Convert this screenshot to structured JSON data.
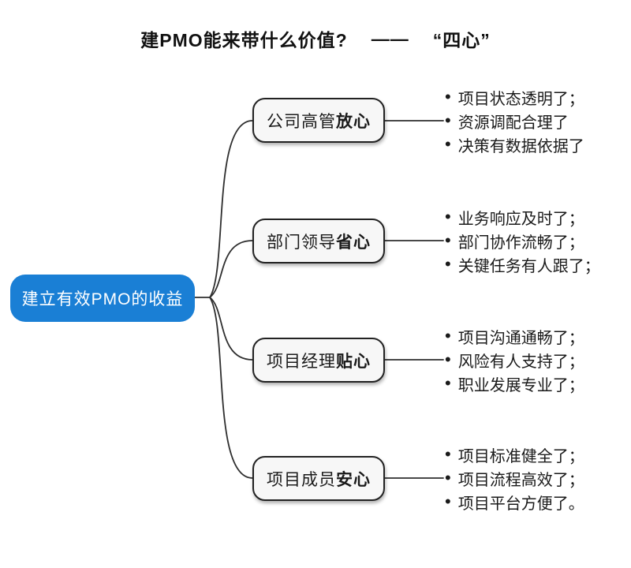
{
  "header": {
    "title": "建PMO能来带什么价值?",
    "dash": "——",
    "subtitle": "“四心”"
  },
  "root": {
    "label": "建立有效PMO的收益"
  },
  "bullet_char": "•",
  "branches": [
    {
      "title_regular": "公司高管",
      "title_bold": "放心",
      "items": [
        "项目状态透明了；",
        "资源调配合理了",
        "决策有数据依据了"
      ]
    },
    {
      "title_regular": "部门领导",
      "title_bold": "省心",
      "items": [
        "业务响应及时了；",
        "部门协作流畅了；",
        "关键任务有人跟了；"
      ]
    },
    {
      "title_regular": "项目经理",
      "title_bold": "贴心",
      "items": [
        "项目沟通通畅了；",
        "风险有人支持了；",
        "职业发展专业了；"
      ]
    },
    {
      "title_regular": "项目成员",
      "title_bold": "安心",
      "items": [
        "项目标准健全了；",
        "项目流程高效了；",
        "项目平台方便了。"
      ]
    }
  ],
  "colors": {
    "root_bg": "#1a7fd5",
    "root_text": "#ffffff",
    "node_bg": "#f7f7f7",
    "node_border": "#222222",
    "line": "#2e2e2e",
    "text": "#1a1a1a",
    "title": "#111111"
  }
}
